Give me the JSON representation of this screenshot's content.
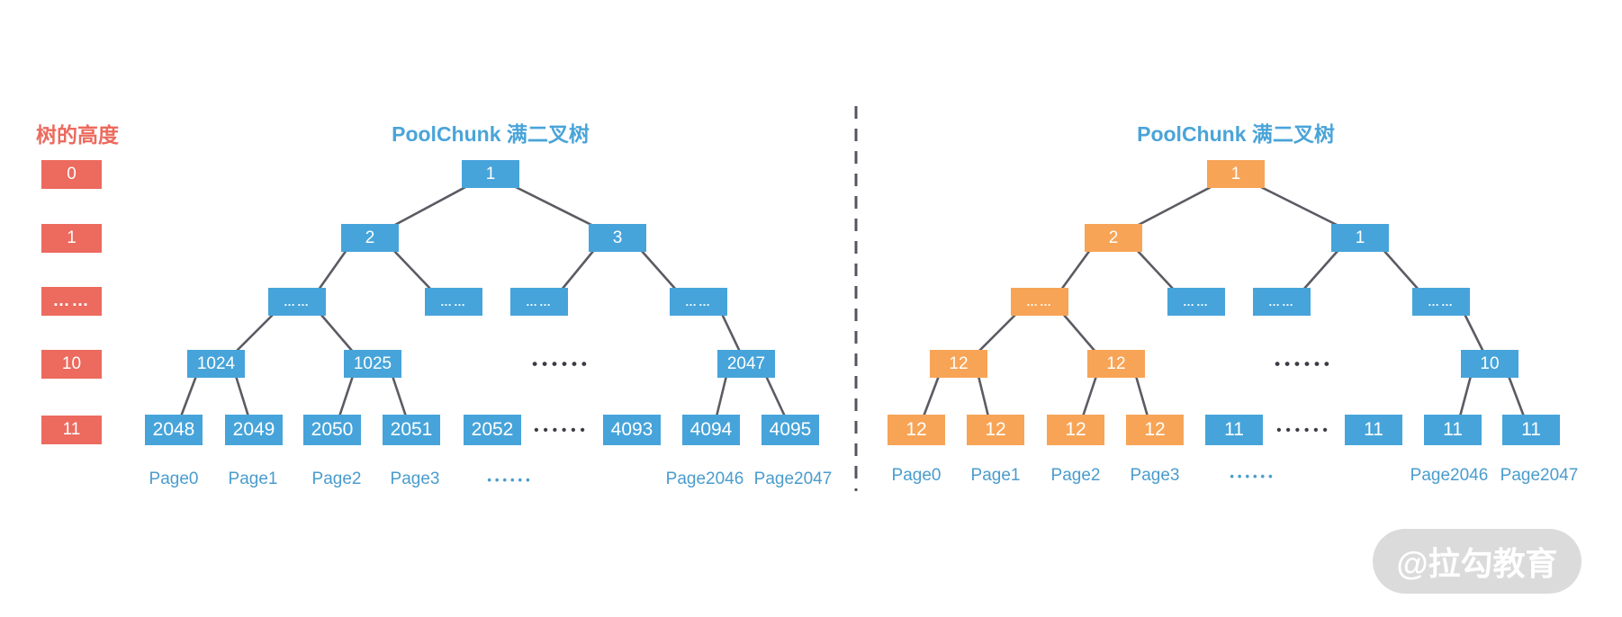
{
  "colors": {
    "blue": "#46A4DA",
    "orange": "#F7A456",
    "red": "#EC6A5E",
    "title_blue": "#4AA4D8",
    "page_text": "#4A9CCD",
    "line": "#5B5B63",
    "dots_dark": "#3C3C46",
    "watermark_bg": "#DADADA"
  },
  "legend": {
    "title": "树的高度",
    "items": [
      {
        "label": "0"
      },
      {
        "label": "1"
      },
      {
        "label": "……"
      },
      {
        "label": "10"
      },
      {
        "label": "11"
      }
    ]
  },
  "left_tree": {
    "title": "PoolChunk 满二叉树",
    "nodes": {
      "root": {
        "label": "1",
        "state": "free"
      },
      "l1a": {
        "label": "2",
        "state": "free"
      },
      "l1b": {
        "label": "3",
        "state": "free"
      },
      "l2a": {
        "label": "……",
        "state": "free"
      },
      "l2b": {
        "label": "……",
        "state": "free"
      },
      "l2c": {
        "label": "……",
        "state": "free"
      },
      "l2d": {
        "label": "……",
        "state": "free"
      },
      "l10a": {
        "label": "1024",
        "state": "free"
      },
      "l10b": {
        "label": "1025",
        "state": "free"
      },
      "l10c": {
        "label": "2047",
        "state": "free"
      },
      "l11a": {
        "label": "2048",
        "state": "free"
      },
      "l11b": {
        "label": "2049",
        "state": "free"
      },
      "l11c": {
        "label": "2050",
        "state": "free"
      },
      "l11d": {
        "label": "2051",
        "state": "free"
      },
      "l11e": {
        "label": "2052",
        "state": "free"
      },
      "l11f": {
        "label": "4093",
        "state": "free"
      },
      "l11g": {
        "label": "4094",
        "state": "free"
      },
      "l11h": {
        "label": "4095",
        "state": "free"
      }
    },
    "l10_dots": "••••••",
    "l11_dots": "••••••",
    "pages": [
      "Page0",
      "Page1",
      "Page2",
      "Page3",
      "Page2046",
      "Page2047"
    ],
    "page_dots": "••••••"
  },
  "right_tree": {
    "title": "PoolChunk 满二叉树",
    "nodes": {
      "root": {
        "label": "1",
        "state": "allocated"
      },
      "l1a": {
        "label": "2",
        "state": "allocated"
      },
      "l1b": {
        "label": "1",
        "state": "free"
      },
      "l2a": {
        "label": "……",
        "state": "allocated"
      },
      "l2b": {
        "label": "……",
        "state": "free"
      },
      "l2c": {
        "label": "……",
        "state": "free"
      },
      "l2d": {
        "label": "……",
        "state": "free"
      },
      "l10a": {
        "label": "12",
        "state": "allocated"
      },
      "l10b": {
        "label": "12",
        "state": "allocated"
      },
      "l10c": {
        "label": "10",
        "state": "free"
      },
      "l11a": {
        "label": "12",
        "state": "allocated"
      },
      "l11b": {
        "label": "12",
        "state": "allocated"
      },
      "l11c": {
        "label": "12",
        "state": "allocated"
      },
      "l11d": {
        "label": "12",
        "state": "allocated"
      },
      "l11e": {
        "label": "11",
        "state": "free"
      },
      "l11f": {
        "label": "11",
        "state": "free"
      },
      "l11g": {
        "label": "11",
        "state": "free"
      },
      "l11h": {
        "label": "11",
        "state": "free"
      }
    },
    "l10_dots": "••••••",
    "l11_dots": "••••••",
    "pages": [
      "Page0",
      "Page1",
      "Page2",
      "Page3",
      "Page2046",
      "Page2047"
    ],
    "page_dots": "••••••"
  },
  "watermark": "@拉勾教育"
}
